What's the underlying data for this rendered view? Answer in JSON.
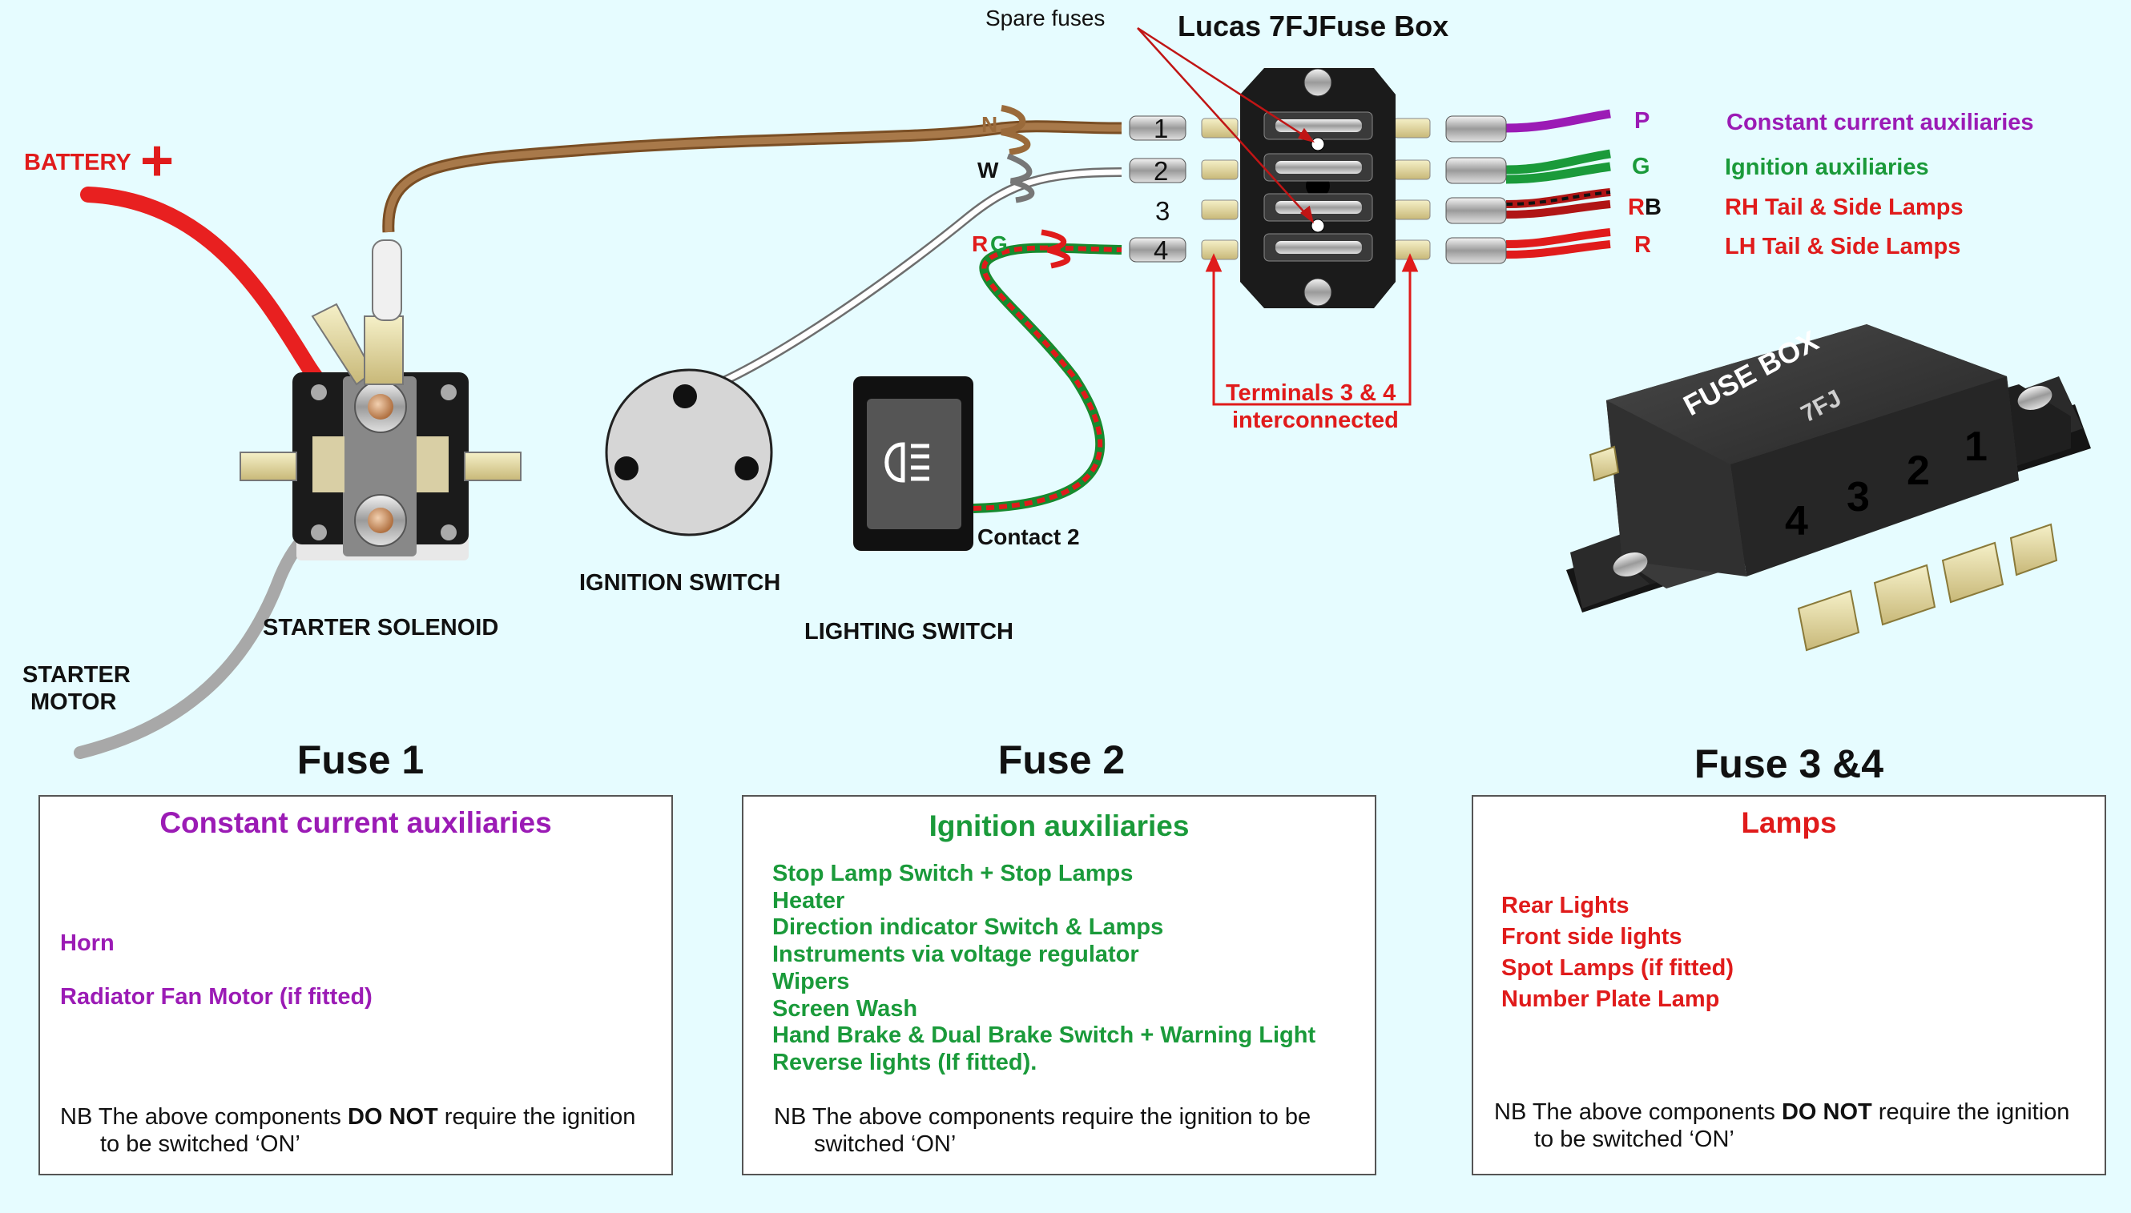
{
  "colors": {
    "background": "#e6fcff",
    "purple": "#9b1bb5",
    "green": "#1a9a3a",
    "red": "#e01b1b",
    "brown": "#9a6a3a",
    "black": "#111111"
  },
  "diagram": {
    "battery_label": "BATTERY",
    "battery_symbol": "+",
    "starter_motor_label_1": "STARTER",
    "starter_motor_label_2": "MOTOR",
    "starter_solenoid_label": "STARTER SOLENOID",
    "ignition_switch_label": "IGNITION SWITCH",
    "lighting_switch_label": "LIGHTING SWITCH",
    "contact_label": "Contact 2",
    "fusebox_title": "Lucas 7FJFuse Box",
    "spare_fuses_label": "Spare fuses",
    "terminals_note_1": "Terminals 3 & 4",
    "terminals_note_2": "interconnected",
    "left_wires": [
      {
        "code": "N",
        "terminal": "1"
      },
      {
        "code": "W",
        "terminal": "2"
      },
      {
        "code": "",
        "terminal": "3"
      },
      {
        "code_r": "R",
        "code_g": "G",
        "terminal": "4"
      }
    ],
    "right_wires": [
      {
        "code": "P",
        "desc": "Constant current auxiliaries"
      },
      {
        "code": "G",
        "desc": "Ignition auxiliaries"
      },
      {
        "code_r": "R",
        "code_b": "B",
        "desc": "RH Tail & Side Lamps"
      },
      {
        "code": "R",
        "desc": "LH Tail & Side Lamps"
      }
    ],
    "fusebox_3d": {
      "line1": "FUSE BOX",
      "line2": "7FJ",
      "numbers": [
        "4",
        "3",
        "2",
        "1"
      ]
    }
  },
  "fuses": [
    {
      "heading": "Fuse 1",
      "title": "Constant current auxiliaries",
      "items": [
        "Horn",
        "Radiator Fan Motor (if fitted)"
      ],
      "note_prefix": "NB The above components ",
      "note_bold": "DO NOT",
      "note_mid": " require the ignition",
      "note_line2": "to be switched ‘ON’"
    },
    {
      "heading": "Fuse 2",
      "title": "Ignition auxiliaries",
      "items": [
        "Stop Lamp Switch + Stop Lamps",
        "Heater",
        "Direction indicator Switch & Lamps",
        "Instruments via voltage regulator",
        "Wipers",
        "Screen Wash",
        "Hand Brake & Dual Brake Switch + Warning Light",
        "Reverse lights (If fitted)."
      ],
      "note_prefix": "NB The above components require the ignition to be",
      "note_line2": "switched ‘ON’"
    },
    {
      "heading": "Fuse 3 &4",
      "title": "Lamps",
      "items": [
        "Rear Lights",
        "Front side lights",
        "Spot Lamps (if fitted)",
        "Number Plate Lamp"
      ],
      "note_prefix": "NB The above components ",
      "note_bold": "DO NOT",
      "note_mid": " require the ignition",
      "note_line2": "to be switched ‘ON’"
    }
  ]
}
